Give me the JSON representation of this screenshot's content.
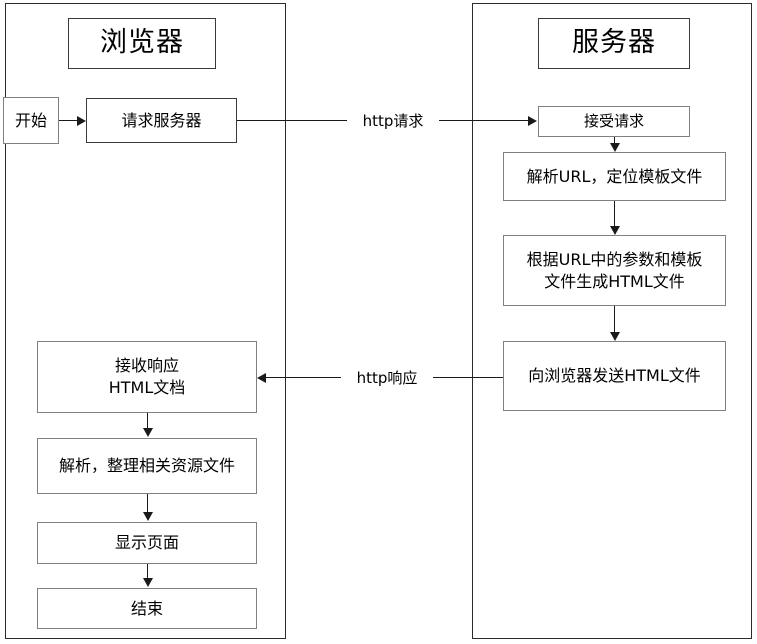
{
  "diagram": {
    "type": "flowchart",
    "title_browser": "浏览器",
    "title_server": "服务器"
  },
  "browser": {
    "nodes": [
      {
        "id": "start",
        "label": "开始"
      },
      {
        "id": "request",
        "label": "请求服务器"
      },
      {
        "id": "receive",
        "label": "接收响应\nHTML文档"
      },
      {
        "id": "parse",
        "label": "解析，整理相关资源文件"
      },
      {
        "id": "display",
        "label": "显示页面"
      },
      {
        "id": "end",
        "label": "结束"
      }
    ]
  },
  "server": {
    "nodes": [
      {
        "id": "accept",
        "label": "接受请求"
      },
      {
        "id": "resolve",
        "label": "解析URL，定位模板文件"
      },
      {
        "id": "generate",
        "label": "根据URL中的参数和模板\n文件生成HTML文件"
      },
      {
        "id": "send",
        "label": "向浏览器发送HTML文件"
      }
    ]
  },
  "edges": {
    "http_request": "http请求",
    "http_response": "http响应"
  },
  "colors": {
    "panel_border": "#2b2b2b",
    "node_border": "#808080",
    "node_fill": "#ffffff",
    "edge": "#1a1a1a",
    "text": "#000000",
    "background": "#ffffff"
  }
}
